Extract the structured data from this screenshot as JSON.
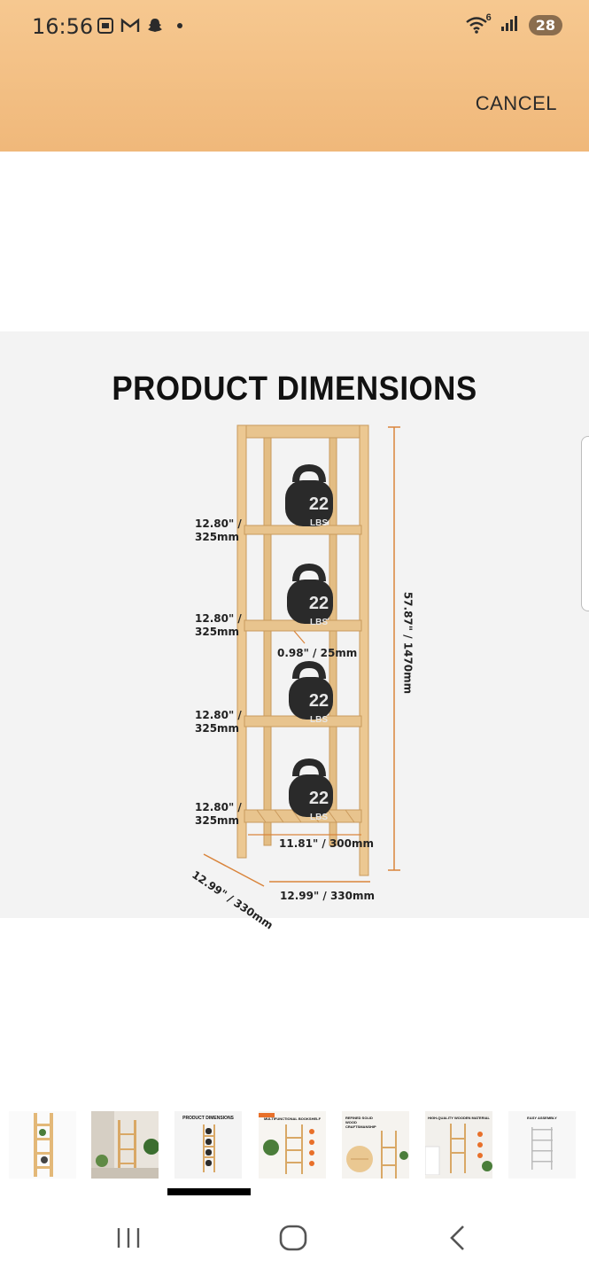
{
  "status_bar": {
    "time": "16:56",
    "notification_icons": [
      "screenshot-icon",
      "gmail-icon",
      "snapchat-icon",
      "dot-icon"
    ],
    "wifi_badge": "6",
    "battery": "28"
  },
  "header": {
    "cancel_label": "CANCEL"
  },
  "product_image": {
    "title": "PRODUCT DIMENSIONS",
    "kettlebell_weight": "22",
    "kettlebell_unit": "LBS",
    "tier_height": [
      "12.80\" /",
      "325mm"
    ],
    "total_height": "57.87\" / 1470mm",
    "slat_thickness": "0.98\" / 25mm",
    "inner_width": "11.81\" / 300mm",
    "depth": "12.99\" / 330mm",
    "width": "12.99\" / 330mm"
  },
  "thumbnails": [
    {
      "name": "thumb-shelf-front",
      "caption": ""
    },
    {
      "name": "thumb-shelf-room",
      "caption": ""
    },
    {
      "name": "thumb-product-dimensions",
      "caption": "PRODUCT DIMENSIONS"
    },
    {
      "name": "thumb-multifunctional",
      "caption": "MULTIFUNCTIONAL BOOKSHELF"
    },
    {
      "name": "thumb-craftsmanship",
      "caption": "REFINED SOLID WOOD CRAFTSMANSHIP"
    },
    {
      "name": "thumb-wooden-material",
      "caption": "HIGH-QUALITY WOODEN MATERIAL"
    },
    {
      "name": "thumb-easy-assembly",
      "caption": "EASY ASSEMBLY"
    }
  ],
  "colors": {
    "header_bg": "#f3c188",
    "bamboo": "#e8c48e",
    "bamboo_dark": "#c99a5c",
    "kettlebell": "#2a2a2a"
  }
}
